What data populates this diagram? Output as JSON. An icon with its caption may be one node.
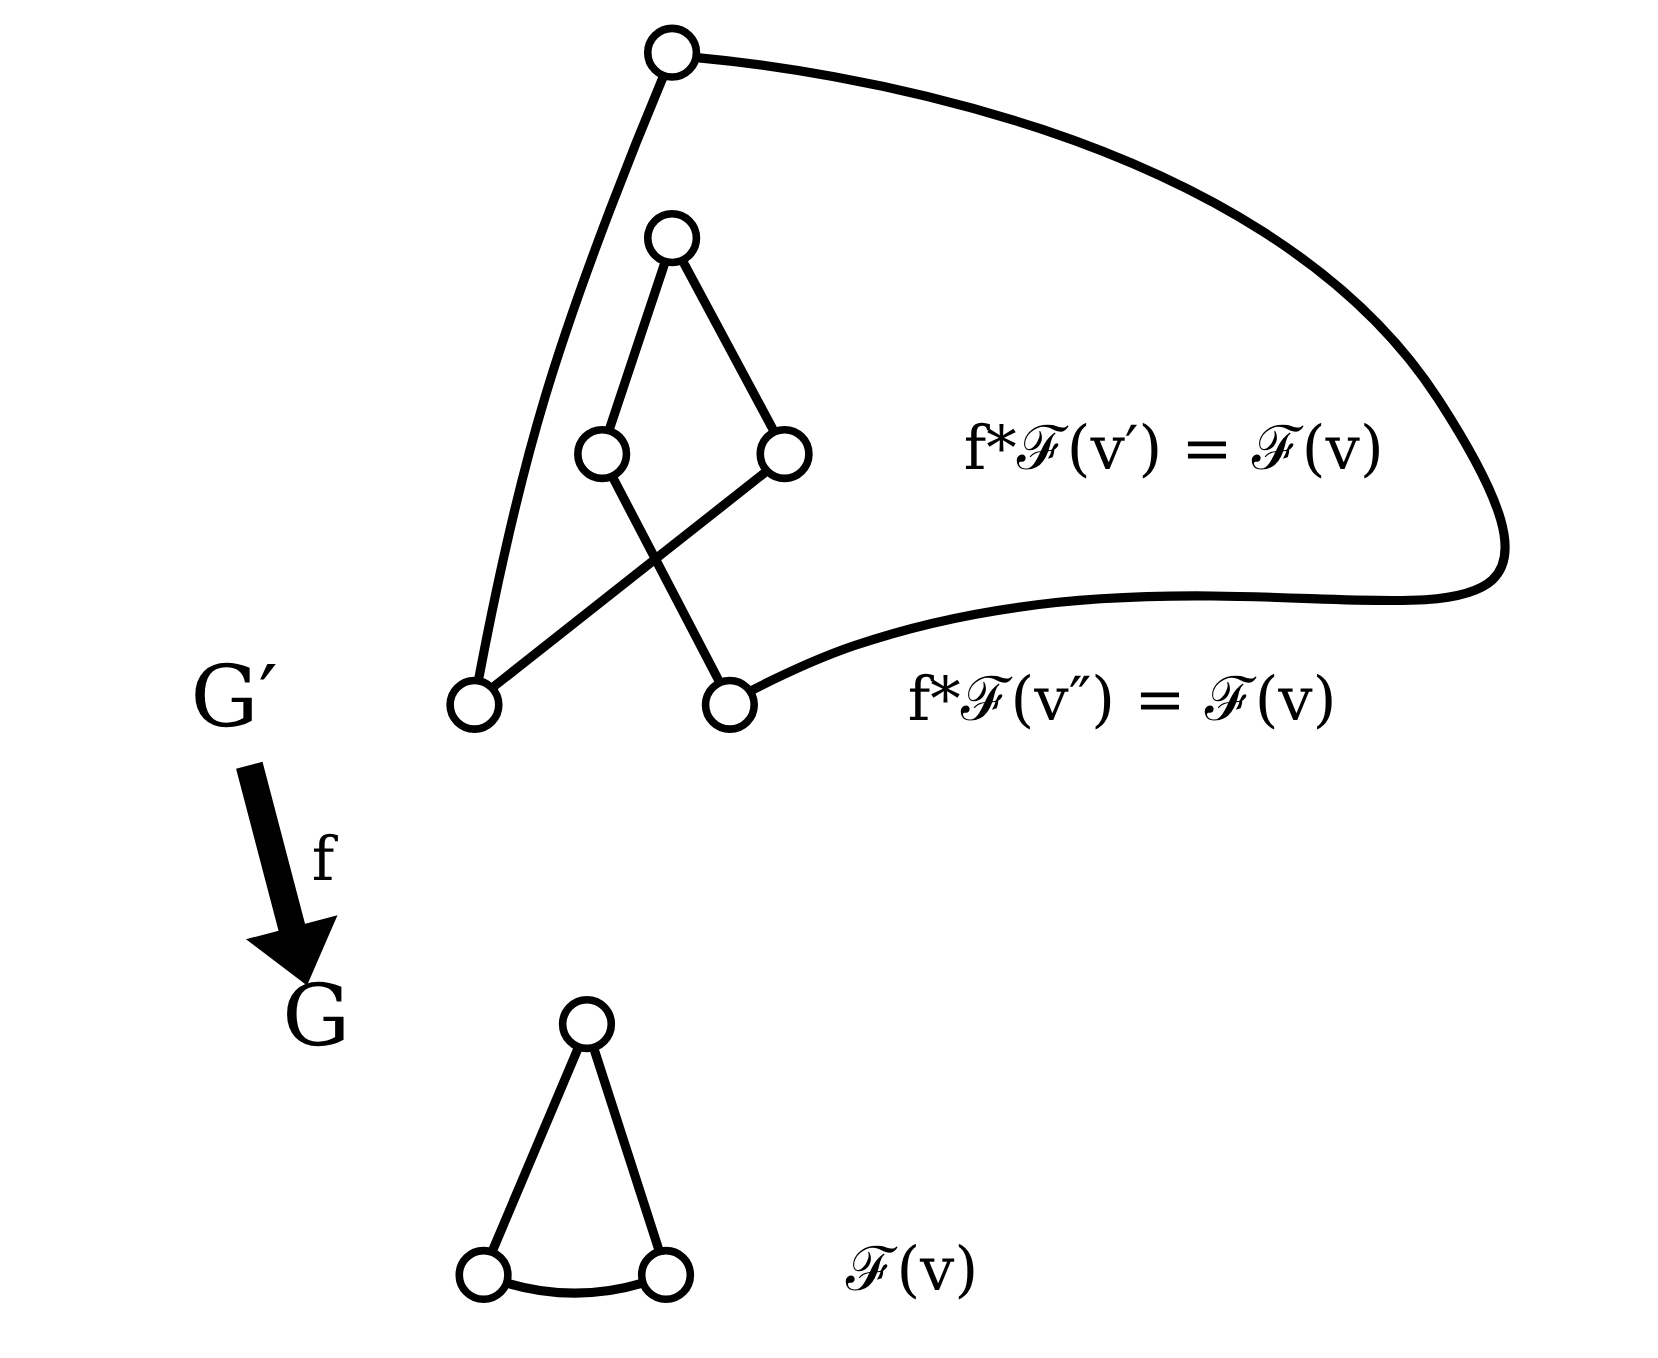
{
  "diagram": {
    "nodes": [
      {
        "text": [],
        "shape": "circle"
      },
      {
        "text": [],
        "shape": "circle"
      },
      {
        "text": [],
        "shape": "circle"
      },
      {
        "text": [],
        "shape": "circle",
        "beside": [
          "f*ℱ(v″) = ℱ(v)"
        ]
      },
      {
        "text": [],
        "shape": "circle"
      },
      {
        "text": [],
        "shape": "circle",
        "beside": [
          "f*ℱ(v′) = ℱ(v)"
        ]
      },
      {
        "text": [],
        "shape": "circle"
      },
      {
        "text": [],
        "shape": "circle"
      },
      {
        "text": [],
        "shape": "circle",
        "beside": [
          "ℱ(v)"
        ]
      },
      {
        "text": [
          "G′"
        ]
      },
      {
        "text": [
          "G"
        ]
      }
    ],
    "edges": [
      {
        "from": 0,
        "to": 2,
        "arrow": "none"
      },
      {
        "from": 0,
        "to": 3,
        "arrow": "none"
      },
      {
        "from": 2,
        "to": 5,
        "arrow": "none"
      },
      {
        "from": 1,
        "to": 4,
        "arrow": "none"
      },
      {
        "from": 1,
        "to": 5,
        "arrow": "none"
      },
      {
        "from": 4,
        "to": 3,
        "arrow": "none"
      },
      {
        "from": 6,
        "to": 7,
        "arrow": "none"
      },
      {
        "from": 6,
        "to": 8,
        "arrow": "none"
      },
      {
        "from": 7,
        "to": 8,
        "arrow": "none"
      },
      {
        "from": 9,
        "to": 10,
        "arrow": "to",
        "label": "f",
        "style": "thick"
      }
    ]
  }
}
